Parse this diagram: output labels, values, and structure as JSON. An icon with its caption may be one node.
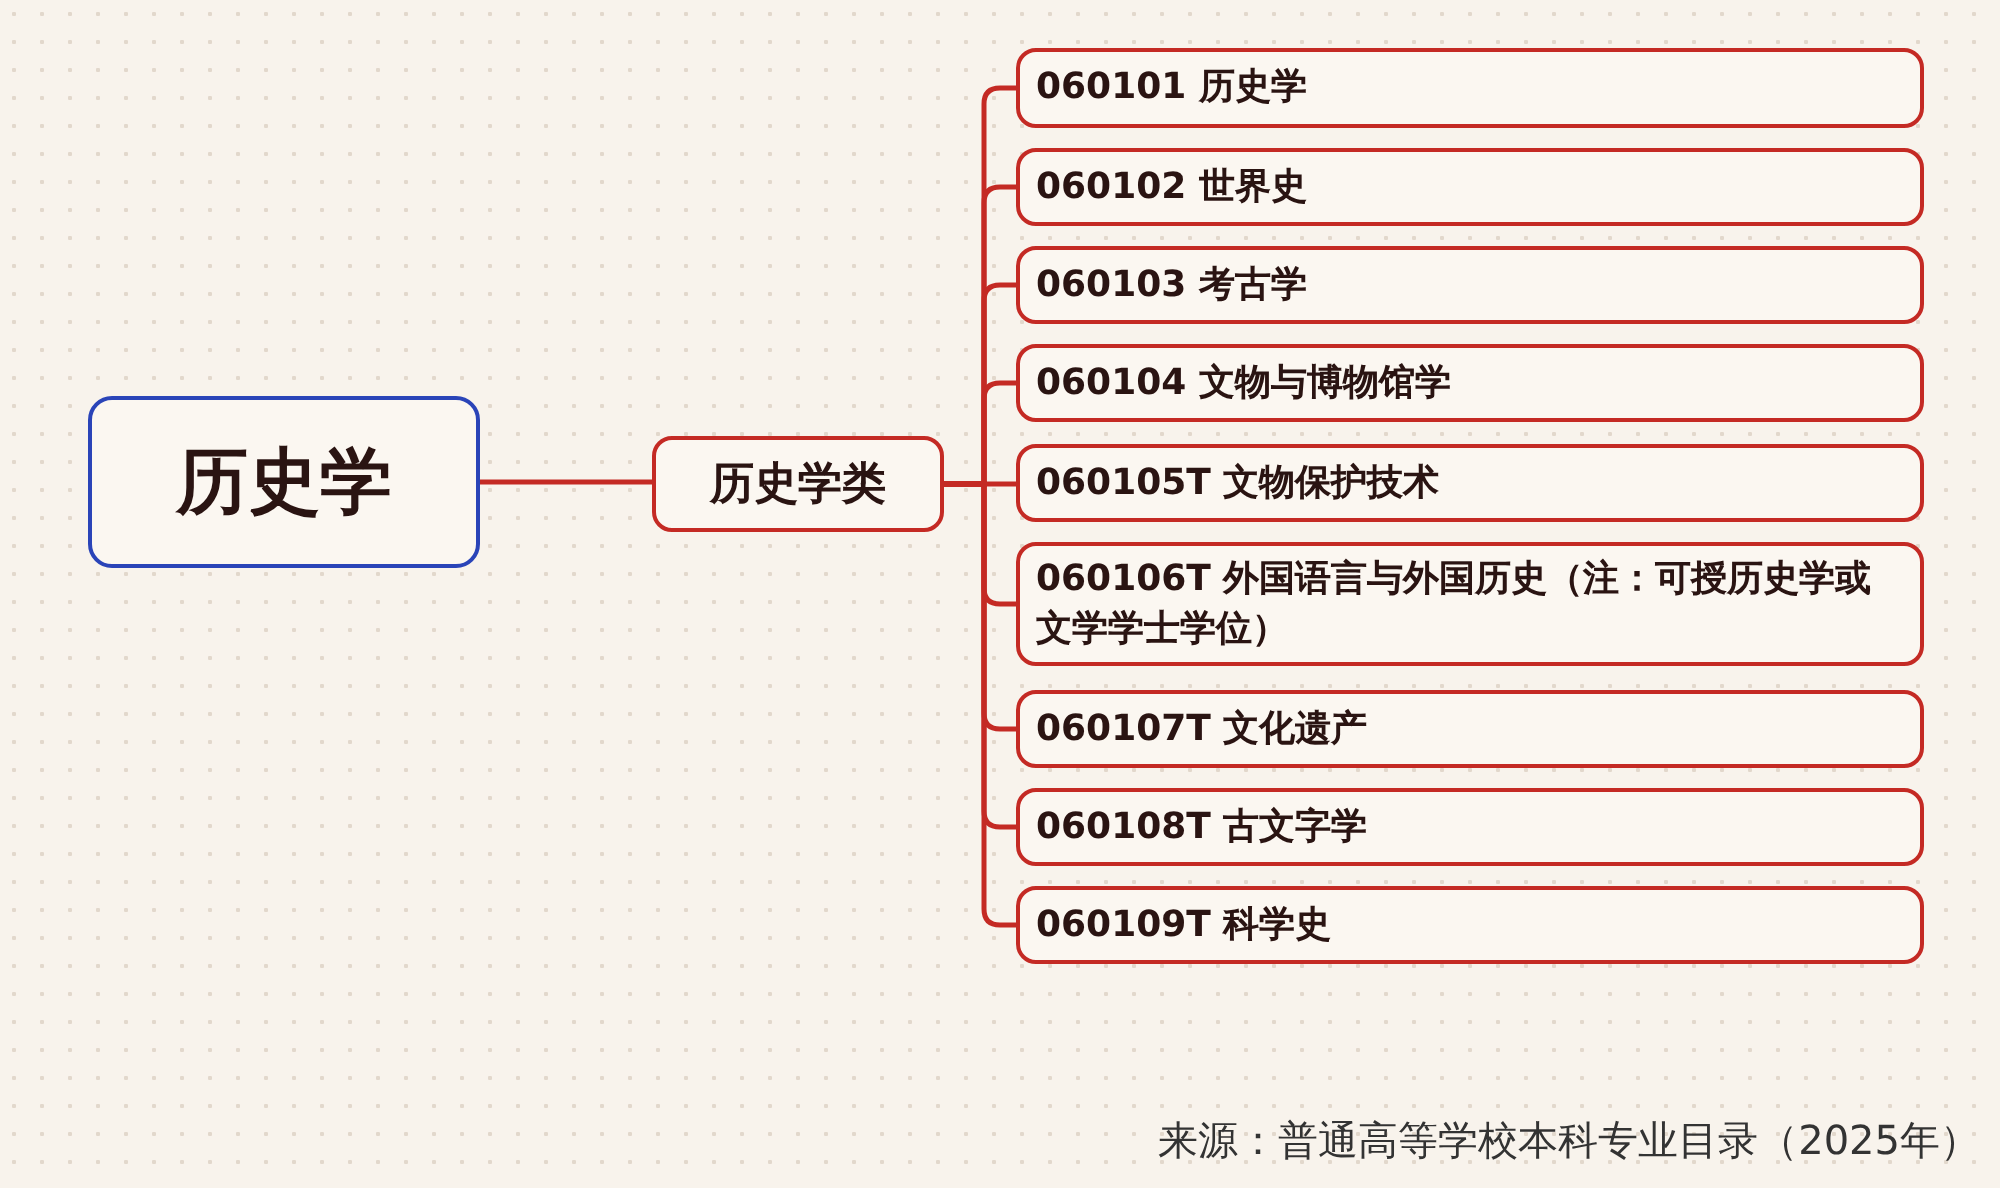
{
  "diagram": {
    "nodes": [
      {
        "text": [
          "历史学"
        ]
      },
      {
        "text": [
          "历史学类"
        ]
      },
      {
        "text": [
          "060101 历史学"
        ]
      },
      {
        "text": [
          "060102 世界史"
        ]
      },
      {
        "text": [
          "060103 考古学"
        ]
      },
      {
        "text": [
          "060104 文物与博物馆学"
        ]
      },
      {
        "text": [
          "060105T 文物保护技术"
        ]
      },
      {
        "text": [
          "060106T 外国语言与外国历史（注：可授历史学或文学学士学位）"
        ]
      },
      {
        "text": [
          "060107T 文化遗产"
        ]
      },
      {
        "text": [
          "060108T 古文字学"
        ]
      },
      {
        "text": [
          "060109T 科学史"
        ]
      }
    ],
    "edges": [
      {
        "from": 0,
        "to": 1,
        "arrow": "none"
      },
      {
        "from": 1,
        "to": 2,
        "arrow": "none"
      },
      {
        "from": 1,
        "to": 3,
        "arrow": "none"
      },
      {
        "from": 1,
        "to": 4,
        "arrow": "none"
      },
      {
        "from": 1,
        "to": 5,
        "arrow": "none"
      },
      {
        "from": 1,
        "to": 6,
        "arrow": "none"
      },
      {
        "from": 1,
        "to": 7,
        "arrow": "none"
      },
      {
        "from": 1,
        "to": 8,
        "arrow": "none"
      },
      {
        "from": 1,
        "to": 9,
        "arrow": "none"
      },
      {
        "from": 1,
        "to": 10,
        "arrow": "none"
      }
    ],
    "labels": [
      "来源：普通高等学校本科专业目录（2025年）"
    ]
  }
}
